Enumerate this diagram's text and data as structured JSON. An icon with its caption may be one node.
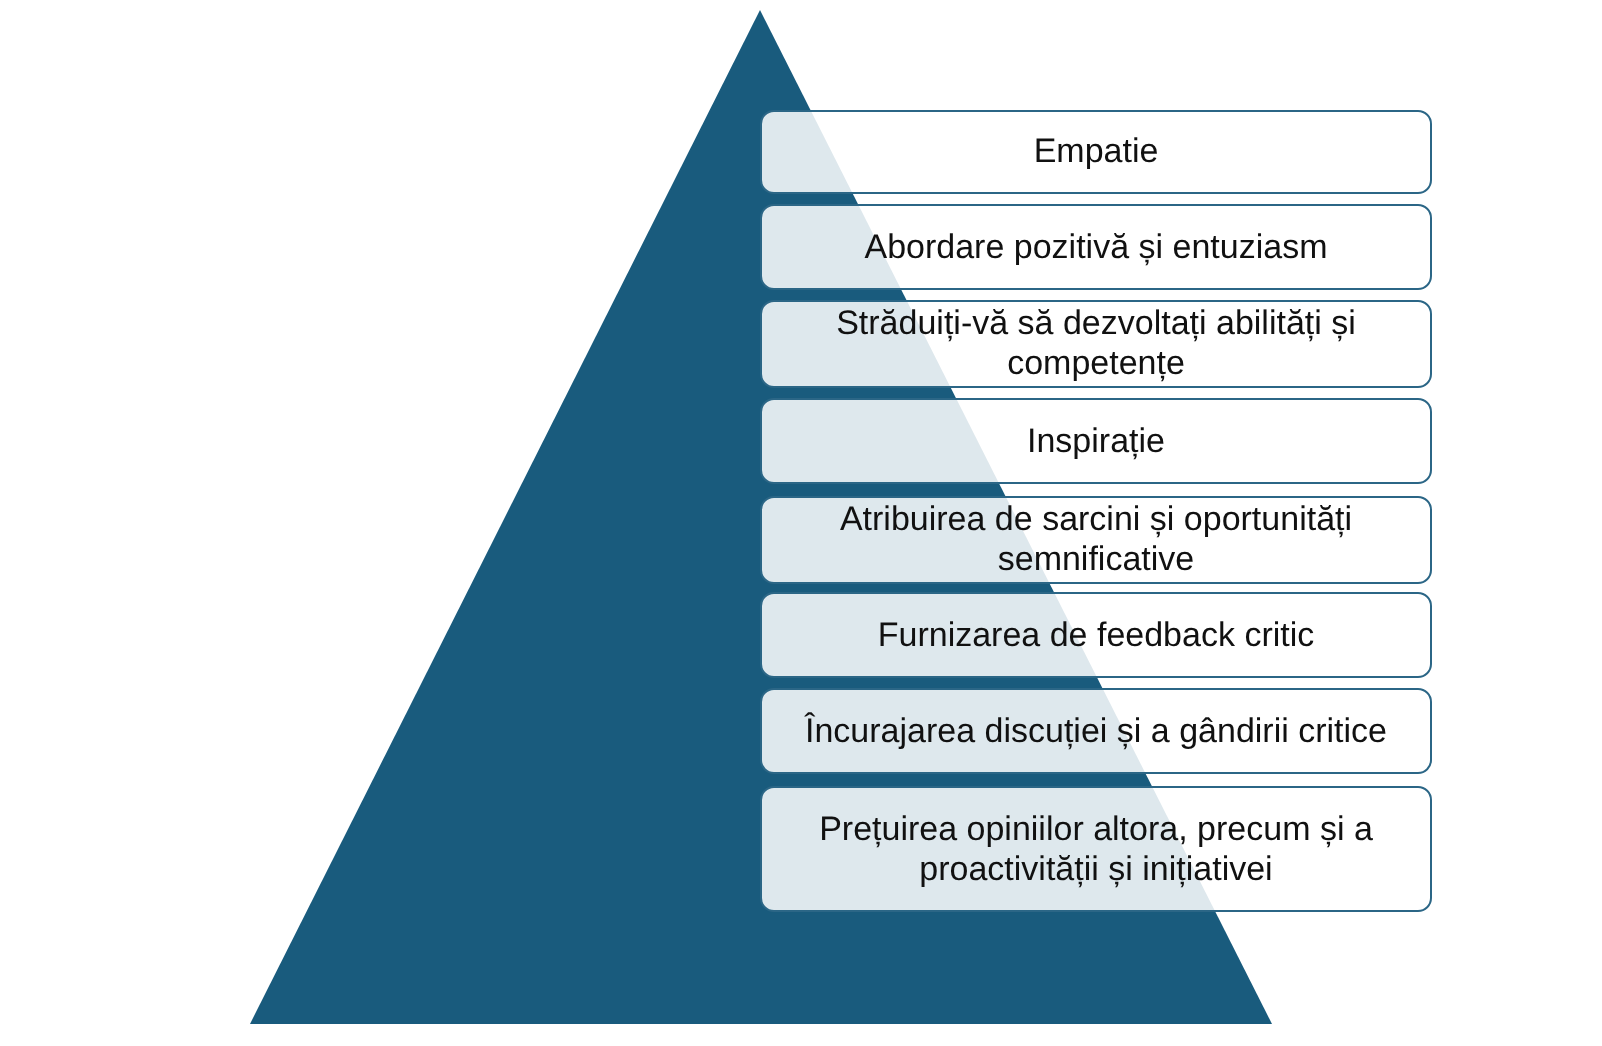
{
  "diagram": {
    "nodes": [
      {
        "text": [
          "Empatie"
        ]
      },
      {
        "text": [
          "Abordare pozitivă și entuziasm"
        ]
      },
      {
        "text": [
          "Străduiți-vă să dezvoltați abilități și competențe"
        ]
      },
      {
        "text": [
          "Inspirație"
        ]
      },
      {
        "text": [
          "Atribuirea de sarcini și oportunități semnificative"
        ]
      },
      {
        "text": [
          "Furnizarea de feedback critic"
        ]
      },
      {
        "text": [
          "Încurajarea discuției și a gândirii critice"
        ]
      },
      {
        "text": [
          "Prețuirea opiniilor altora, precum și a proactivității și inițiativei"
        ]
      }
    ],
    "edges": []
  }
}
